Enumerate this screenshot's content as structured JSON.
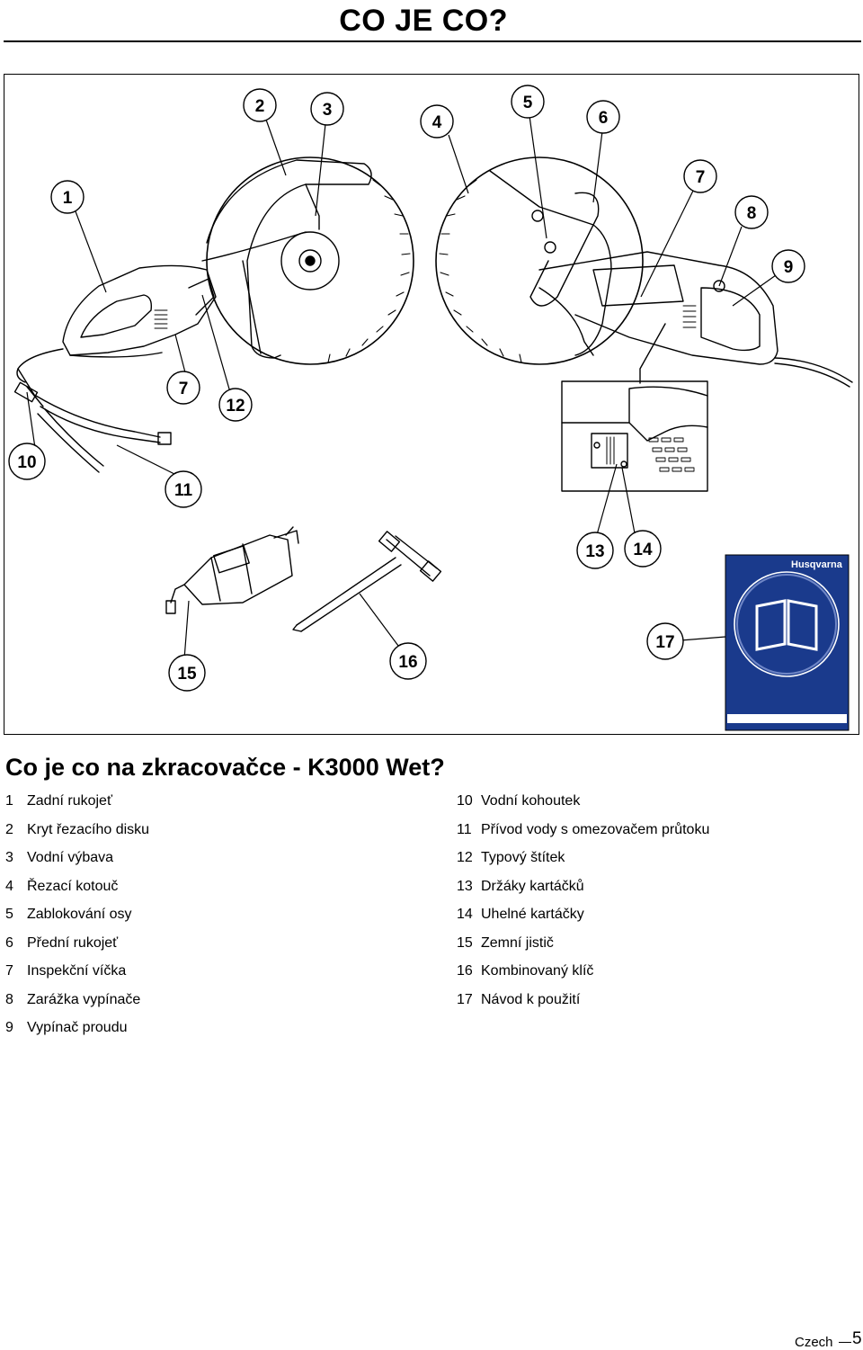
{
  "header": {
    "title": "CO JE CO?"
  },
  "figure": {
    "callouts": {
      "c1": "1",
      "c2": "2",
      "c3": "3",
      "c4": "4",
      "c5": "5",
      "c6": "6",
      "c7a": "7",
      "c8": "8",
      "c9": "9",
      "c7b": "7",
      "c12": "12",
      "c10": "10",
      "c11": "11",
      "c13": "13",
      "c14": "14",
      "c15": "15",
      "c16": "16",
      "c17": "17"
    },
    "manual_brand": "Husqvarna"
  },
  "section": {
    "heading": "Co je co na zkracovačce - K3000 Wet?"
  },
  "parts_left": [
    {
      "num": "1",
      "label": "Zadní rukojeť"
    },
    {
      "num": "2",
      "label": "Kryt řezacího disku"
    },
    {
      "num": "3",
      "label": "Vodní výbava"
    },
    {
      "num": "4",
      "label": "Řezací kotouč"
    },
    {
      "num": "5",
      "label": "Zablokování osy"
    },
    {
      "num": "6",
      "label": "Přední rukojeť"
    },
    {
      "num": "7",
      "label": "Inspekční víčka"
    },
    {
      "num": "8",
      "label": "Zarážka vypínače"
    },
    {
      "num": "9",
      "label": "Vypínač proudu"
    }
  ],
  "parts_right": [
    {
      "num": "10",
      "label": "Vodní kohoutek"
    },
    {
      "num": "11",
      "label": "Přívod vody s omezovačem průtoku"
    },
    {
      "num": "12",
      "label": "Typový štítek"
    },
    {
      "num": "13",
      "label": "Držáky kartáčků"
    },
    {
      "num": "14",
      "label": "Uhelné kartáčky"
    },
    {
      "num": "15",
      "label": "Zemní jistič"
    },
    {
      "num": "16",
      "label": "Kombinovaný klíč"
    },
    {
      "num": "17",
      "label": "Návod k použití"
    }
  ],
  "footer": {
    "language": "Czech",
    "page_number": "5"
  },
  "colors": {
    "manual_blue": "#1a3a8c",
    "ink": "#000000"
  }
}
